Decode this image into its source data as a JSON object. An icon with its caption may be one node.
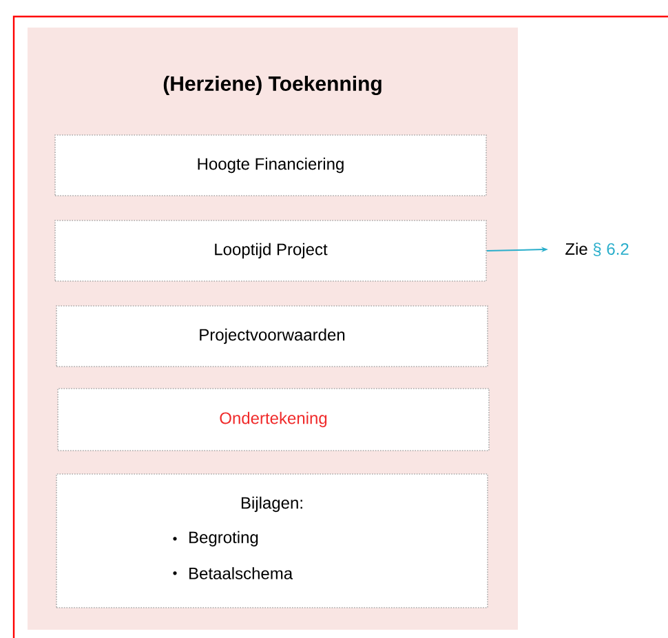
{
  "diagram": {
    "nodes": [
      {
        "text": [
          "(Herziene) Toekenning"
        ]
      },
      {
        "text": [
          "Hoogte Financiering"
        ],
        "in": 0
      },
      {
        "text": [
          "Looptijd Project"
        ],
        "in": 0
      },
      {
        "text": [
          "Projectvoorwaarden"
        ],
        "in": 0
      },
      {
        "text": [
          "Ondertekening"
        ],
        "in": 0
      },
      {
        "text": [
          "Bijlagen:",
          "Begroting",
          "Betaalschema"
        ],
        "in": 0
      },
      {
        "text": [
          "Zie",
          "§ 6.2"
        ]
      }
    ],
    "edges": [
      {
        "from": 2,
        "to": 6,
        "arrow": "to"
      }
    ]
  }
}
